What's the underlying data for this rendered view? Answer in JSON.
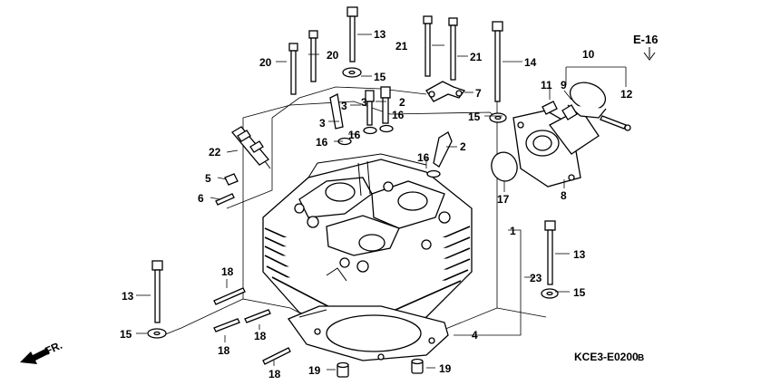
{
  "section_ref": "E-16",
  "drawing_code": "KCE3-E0200",
  "drawing_suffix": "B",
  "direction_label": "FR.",
  "callouts": {
    "c1": "1",
    "c2a": "2",
    "c2b": "2",
    "c3a": "3",
    "c3b": "3",
    "c3c": "3",
    "c4": "4",
    "c5": "5",
    "c6": "6",
    "c7": "7",
    "c8": "8",
    "c9": "9",
    "c10": "10",
    "c11": "11",
    "c12": "12",
    "c13a": "13",
    "c13b": "13",
    "c13c": "13",
    "c14": "14",
    "c15a": "15",
    "c15b": "15",
    "c15c": "15",
    "c15d": "15",
    "c16a": "16",
    "c16b": "16",
    "c16c": "16",
    "c16d": "16",
    "c17": "17",
    "c18a": "18",
    "c18b": "18",
    "c18c": "18",
    "c18d": "18",
    "c19a": "19",
    "c19b": "19",
    "c20a": "20",
    "c20b": "20",
    "c21a": "21",
    "c21b": "21",
    "c22": "22",
    "c23": "23"
  },
  "icons": {
    "direction": "fr-arrow-icon"
  }
}
